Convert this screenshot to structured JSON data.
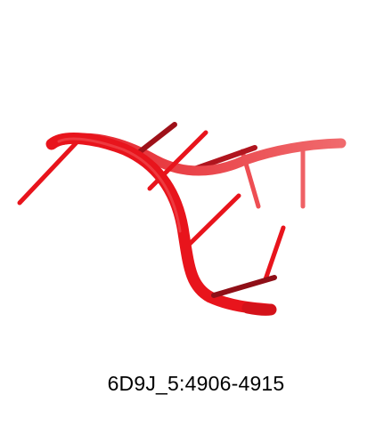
{
  "caption": "6D9J_5:4906-4915",
  "colors": {
    "background": "#ffffff",
    "strand_front": "#e8141c",
    "strand_back": "#ef5a5e",
    "base_dark": "#a3121b",
    "caption_text": "#000000"
  },
  "figure": {
    "style": "cartoon",
    "molecule": "RNA"
  }
}
